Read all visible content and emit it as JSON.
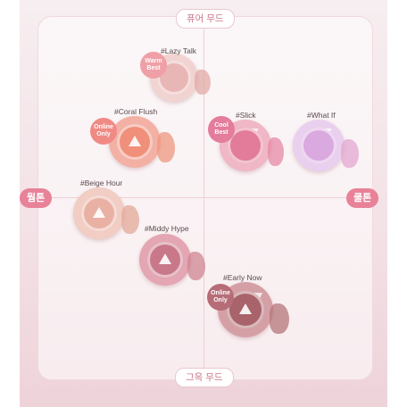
{
  "axis": {
    "top": "퓨어 무드",
    "bottom": "그윽 무드",
    "left": "웜톤",
    "right": "쿨톤"
  },
  "products": [
    {
      "label": "#Lazy Talk",
      "badge": [
        "Warm",
        "Best"
      ],
      "color": "#e8b6b4"
    },
    {
      "label": "#Coral Flush",
      "badge": [
        "Online",
        "Only"
      ],
      "color": "#f08f7a"
    },
    {
      "label": "#Slick",
      "badge": [
        "Cool",
        "Best"
      ],
      "color": "#e27c9a"
    },
    {
      "label": "#What If",
      "badge": [],
      "color": "#d9a9e0"
    },
    {
      "label": "#Beige Hour",
      "badge": [],
      "color": "#e9b1a4"
    },
    {
      "label": "#Middy Hype",
      "badge": [],
      "color": "#c9788a"
    },
    {
      "label": "#Early Now",
      "badge": [
        "Online",
        "Only"
      ],
      "color": "#a8646a"
    }
  ],
  "colors": {
    "badge_warm": "#efa0a6",
    "badge_coral": "#f08a85",
    "badge_cool": "#e47c9c",
    "badge_dark": "#b66d78",
    "pill_accent": "#e88298"
  }
}
